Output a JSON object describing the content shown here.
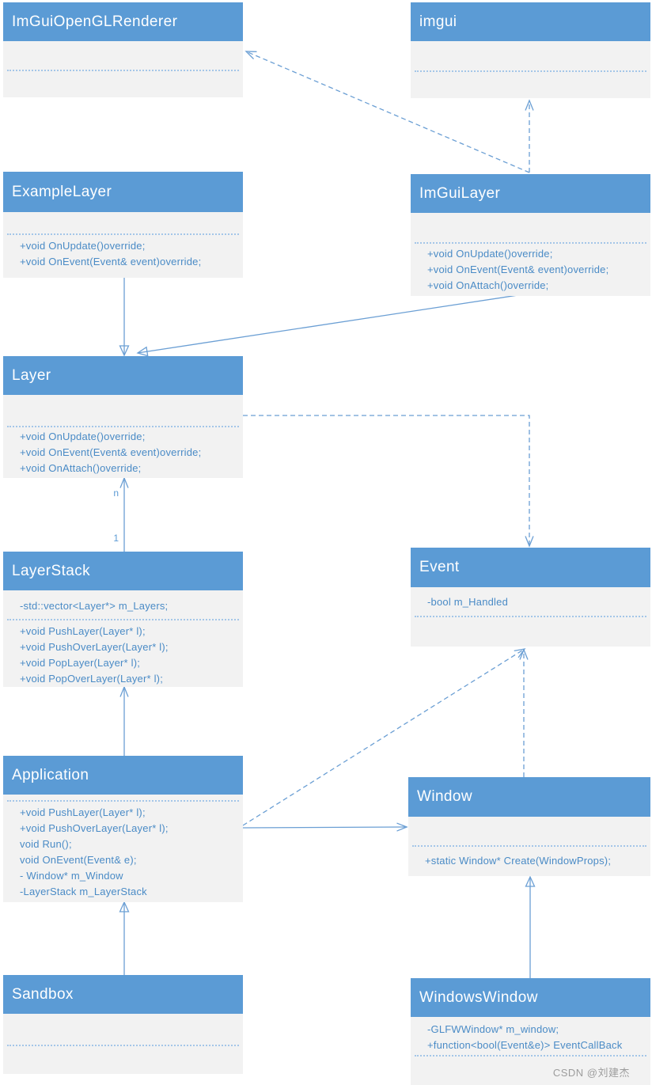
{
  "diagram": {
    "classes": [
      {
        "name": "ImGuiOpenGLRenderer",
        "attributes": [],
        "methods": []
      },
      {
        "name": "imgui",
        "attributes": [],
        "methods": []
      },
      {
        "name": "ExampleLayer",
        "attributes": [],
        "methods": [
          "+void OnUpdate()override;",
          "+void OnEvent(Event& event)override;"
        ]
      },
      {
        "name": "ImGuiLayer",
        "attributes": [],
        "methods": [
          "+void OnUpdate()override;",
          "+void OnEvent(Event& event)override;",
          "+void OnAttach()override;"
        ]
      },
      {
        "name": "Layer",
        "attributes": [],
        "methods": [
          "+void OnUpdate()override;",
          "+void OnEvent(Event& event)override;",
          "+void OnAttach()override;"
        ]
      },
      {
        "name": "LayerStack",
        "attributes": [
          "-std::vector<Layer*> m_Layers;"
        ],
        "methods": [
          "+void PushLayer(Layer* l);",
          "+void PushOverLayer(Layer* l);",
          "+void PopLayer(Layer* l);",
          "+void PopOverLayer(Layer* l);"
        ]
      },
      {
        "name": "Event",
        "attributes": [
          "-bool m_Handled"
        ],
        "methods": []
      },
      {
        "name": "Application",
        "attributes": [],
        "methods": [
          "+void PushLayer(Layer* l);",
          "+void PushOverLayer(Layer* l);",
          "void Run();",
          "void OnEvent(Event& e);",
          "- Window* m_Window",
          "-LayerStack m_LayerStack"
        ]
      },
      {
        "name": "Window",
        "attributes": [],
        "methods": [
          "+static Window* Create(WindowProps);"
        ]
      },
      {
        "name": "Sandbox",
        "attributes": [],
        "methods": []
      },
      {
        "name": "WindowsWindow",
        "attributes": [
          "-GLFWWindow* m_window;",
          "+function<bool(Event&e)> EventCallBack"
        ],
        "methods": []
      }
    ],
    "relationships": [
      {
        "from": "ImGuiLayer",
        "to": "imgui",
        "type": "dependency-dashed"
      },
      {
        "from": "ImGuiLayer",
        "to": "ImGuiOpenGLRenderer",
        "type": "dependency-dashed"
      },
      {
        "from": "ExampleLayer",
        "to": "Layer",
        "type": "inheritance"
      },
      {
        "from": "ImGuiLayer",
        "to": "Layer",
        "type": "inheritance"
      },
      {
        "from": "LayerStack",
        "to": "Layer",
        "type": "association",
        "multiplicity_near": "1",
        "multiplicity_far": "n"
      },
      {
        "from": "Layer",
        "to": "Event",
        "type": "dependency-dashed"
      },
      {
        "from": "Application",
        "to": "LayerStack",
        "type": "association"
      },
      {
        "from": "Application",
        "to": "Event",
        "type": "dependency-dashed"
      },
      {
        "from": "Application",
        "to": "Window",
        "type": "association"
      },
      {
        "from": "Window",
        "to": "Event",
        "type": "dependency-dashed"
      },
      {
        "from": "Sandbox",
        "to": "Application",
        "type": "inheritance"
      },
      {
        "from": "WindowsWindow",
        "to": "Window",
        "type": "inheritance"
      }
    ],
    "multiplicity": {
      "upper": "n",
      "lower": "1"
    },
    "watermark": "CSDN @刘建杰",
    "colors": {
      "header": "#5B9BD5",
      "body": "#F2F2F2",
      "member_text": "#4A8BC6",
      "connector": "#6B9FD4",
      "watermark": "#9C9C9C"
    }
  }
}
